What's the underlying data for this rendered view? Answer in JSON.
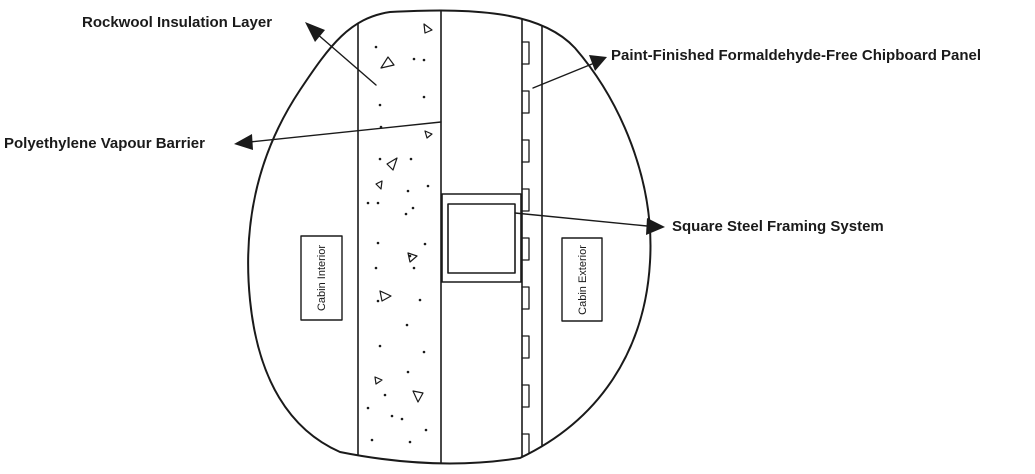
{
  "diagram": {
    "callouts": {
      "rockwool": "Rockwool Insulation Layer",
      "vapour": "Polyethylene Vapour Barrier",
      "chipboard": "Paint-Finished Formaldehyde-Free Chipboard Panel",
      "steel": "Square Steel Framing System"
    },
    "side_labels": {
      "interior": "Cabin Interior",
      "exterior": "Cabin Exterior"
    }
  }
}
